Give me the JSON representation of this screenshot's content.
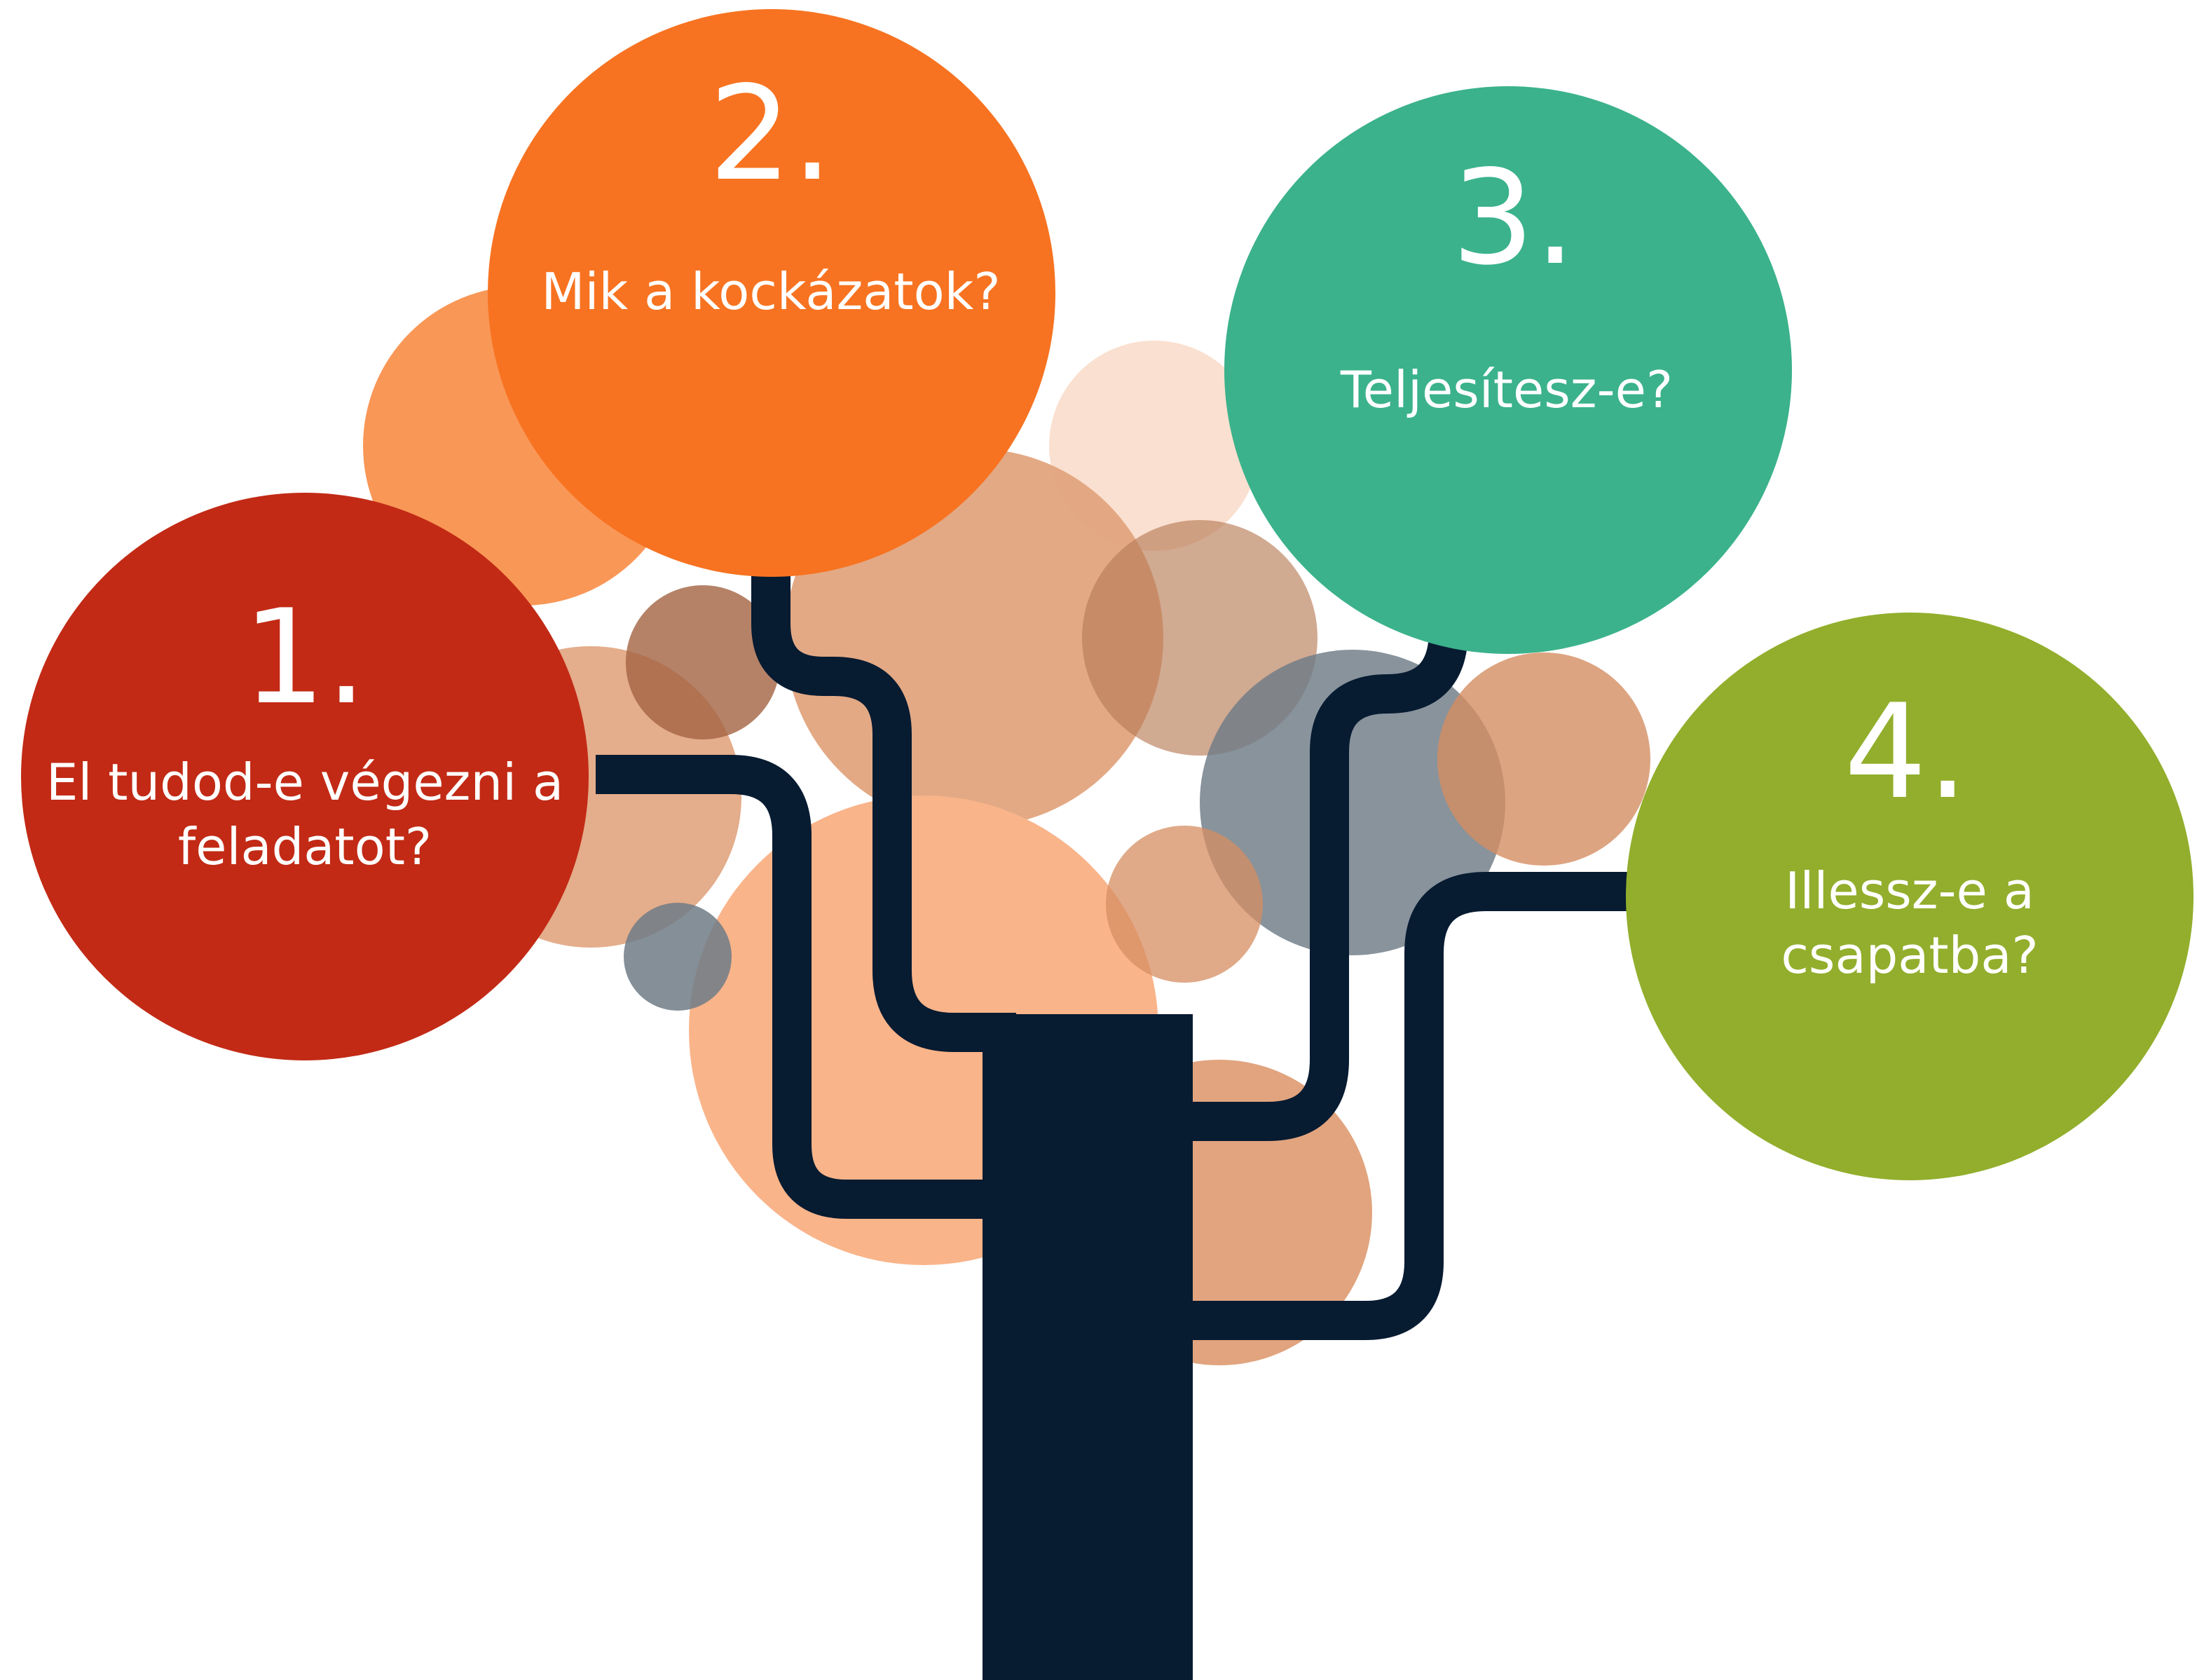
{
  "colors": {
    "trunk": "#071B31",
    "circle1": "#C22A15",
    "circle2": "#F77321",
    "circle3": "#3BB28B",
    "circle4": "#92AE2C",
    "bubble_orange": "#F9B48A",
    "bubble_tan": "#E1A47E",
    "bubble_slate": "#899299",
    "bubble_pale": "#FAE0D0"
  },
  "items": [
    {
      "number": "1.",
      "question": "El tudod-e végezni a feladatot?"
    },
    {
      "number": "2.",
      "question": "Mik a kockázatok?"
    },
    {
      "number": "3.",
      "question": "Teljesítesz-e?"
    },
    {
      "number": "4.",
      "question": "Illessz-e a csapatba?"
    }
  ]
}
